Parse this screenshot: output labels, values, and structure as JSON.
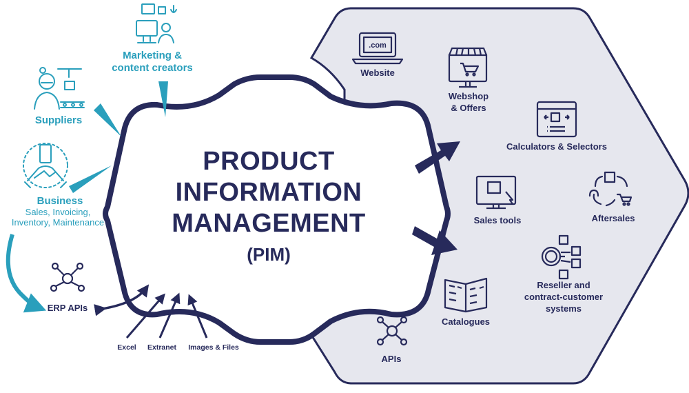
{
  "center": {
    "title_lines": [
      "PRODUCT",
      "INFORMATION",
      "MANAGEMENT"
    ],
    "abbreviation": "(PIM)"
  },
  "inputs": {
    "marketing": "Marketing &\ncontent creators",
    "suppliers": "Suppliers",
    "business_title": "Business",
    "business_desc": "Sales, Invoicing,\nInventory, Maintenance",
    "erp": "ERP APIs",
    "excel": "Excel",
    "extranet": "Extranet",
    "images_files": "Images & Files"
  },
  "outputs": {
    "website": "Website",
    "website_screen": ".com",
    "webshop": "Webshop\n& Offers",
    "calculators": "Calculators & Selectors",
    "sales_tools": "Sales tools",
    "aftersales": "Aftersales",
    "reseller": "Reseller and\ncontract-customer\nsystems",
    "catalogues": "Catalogues",
    "apis": "APIs"
  },
  "colors": {
    "navy": "#272a5b",
    "teal": "#2a9fbc",
    "panel": "#e6e7ee"
  }
}
